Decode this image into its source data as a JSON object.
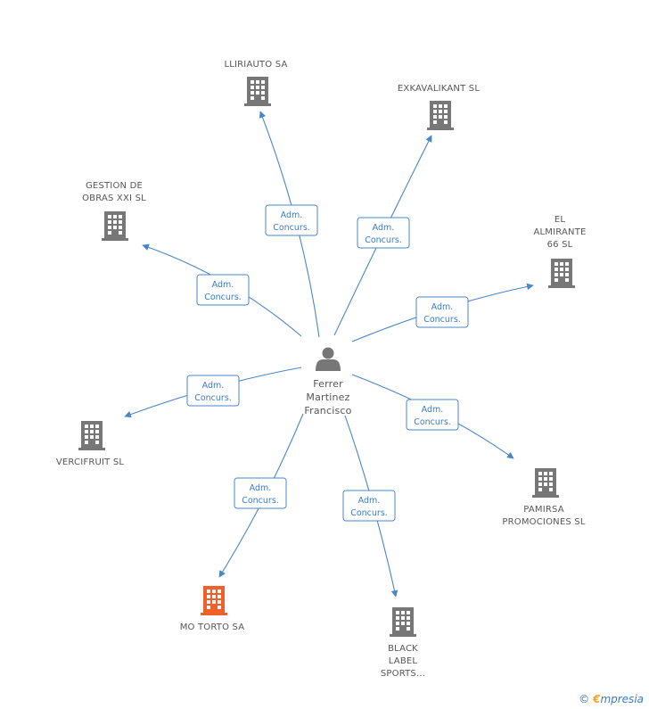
{
  "center": {
    "name_lines": [
      "Ferrer",
      "Martinez",
      "Francisco"
    ],
    "icon": "person-icon"
  },
  "edge_label_lines": [
    "Adm.",
    "Concurs."
  ],
  "colors": {
    "edge": "#4a86c8",
    "building": "#777777",
    "highlight": "#f0602a"
  },
  "companies": [
    {
      "id": "lliriauto",
      "lines": [
        "LLIRIAUTO SA"
      ],
      "highlight": false
    },
    {
      "id": "exkavalikant",
      "lines": [
        "EXKAVALIKANT SL"
      ],
      "highlight": false
    },
    {
      "id": "gestion-obras",
      "lines": [
        "GESTION DE",
        "OBRAS XXI SL"
      ],
      "highlight": false
    },
    {
      "id": "el-almirante",
      "lines": [
        "EL",
        "ALMIRANTE",
        "66 SL"
      ],
      "highlight": false
    },
    {
      "id": "vercifruit",
      "lines": [
        "VERCIFRUIT SL"
      ],
      "highlight": false
    },
    {
      "id": "pamirsa",
      "lines": [
        "PAMIRSA",
        "PROMOCIONES SL"
      ],
      "highlight": false
    },
    {
      "id": "mo-torto",
      "lines": [
        "MO TORTO SA"
      ],
      "highlight": true
    },
    {
      "id": "black-label",
      "lines": [
        "BLACK",
        "LABEL",
        "SPORTS..."
      ],
      "highlight": false
    }
  ],
  "watermark": {
    "copyright": "©",
    "brand_first": "€",
    "brand_rest": "mpresia"
  }
}
